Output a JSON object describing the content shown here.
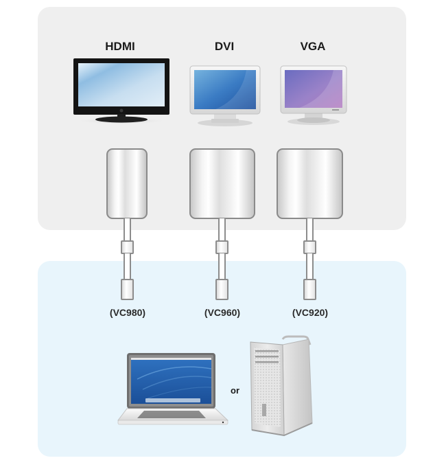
{
  "displays": [
    {
      "id": "hdmi",
      "label": "HDMI",
      "device": "flat-panel-tv",
      "model": "(VC980)"
    },
    {
      "id": "dvi",
      "label": "DVI",
      "device": "lcd-monitor",
      "model": "(VC960)"
    },
    {
      "id": "vga",
      "label": "VGA",
      "device": "lcd-monitor",
      "model": "(VC920)"
    }
  ],
  "sources": {
    "left": "laptop",
    "separator": "or",
    "right": "desktop-tower"
  },
  "colors": {
    "top_panel": "#efefef",
    "bottom_panel": "#e8f5fc",
    "dvi_screen": "#2f6db5",
    "vga_screen": "#8a5fb0",
    "hdmi_screen": "#b9d6ee"
  }
}
